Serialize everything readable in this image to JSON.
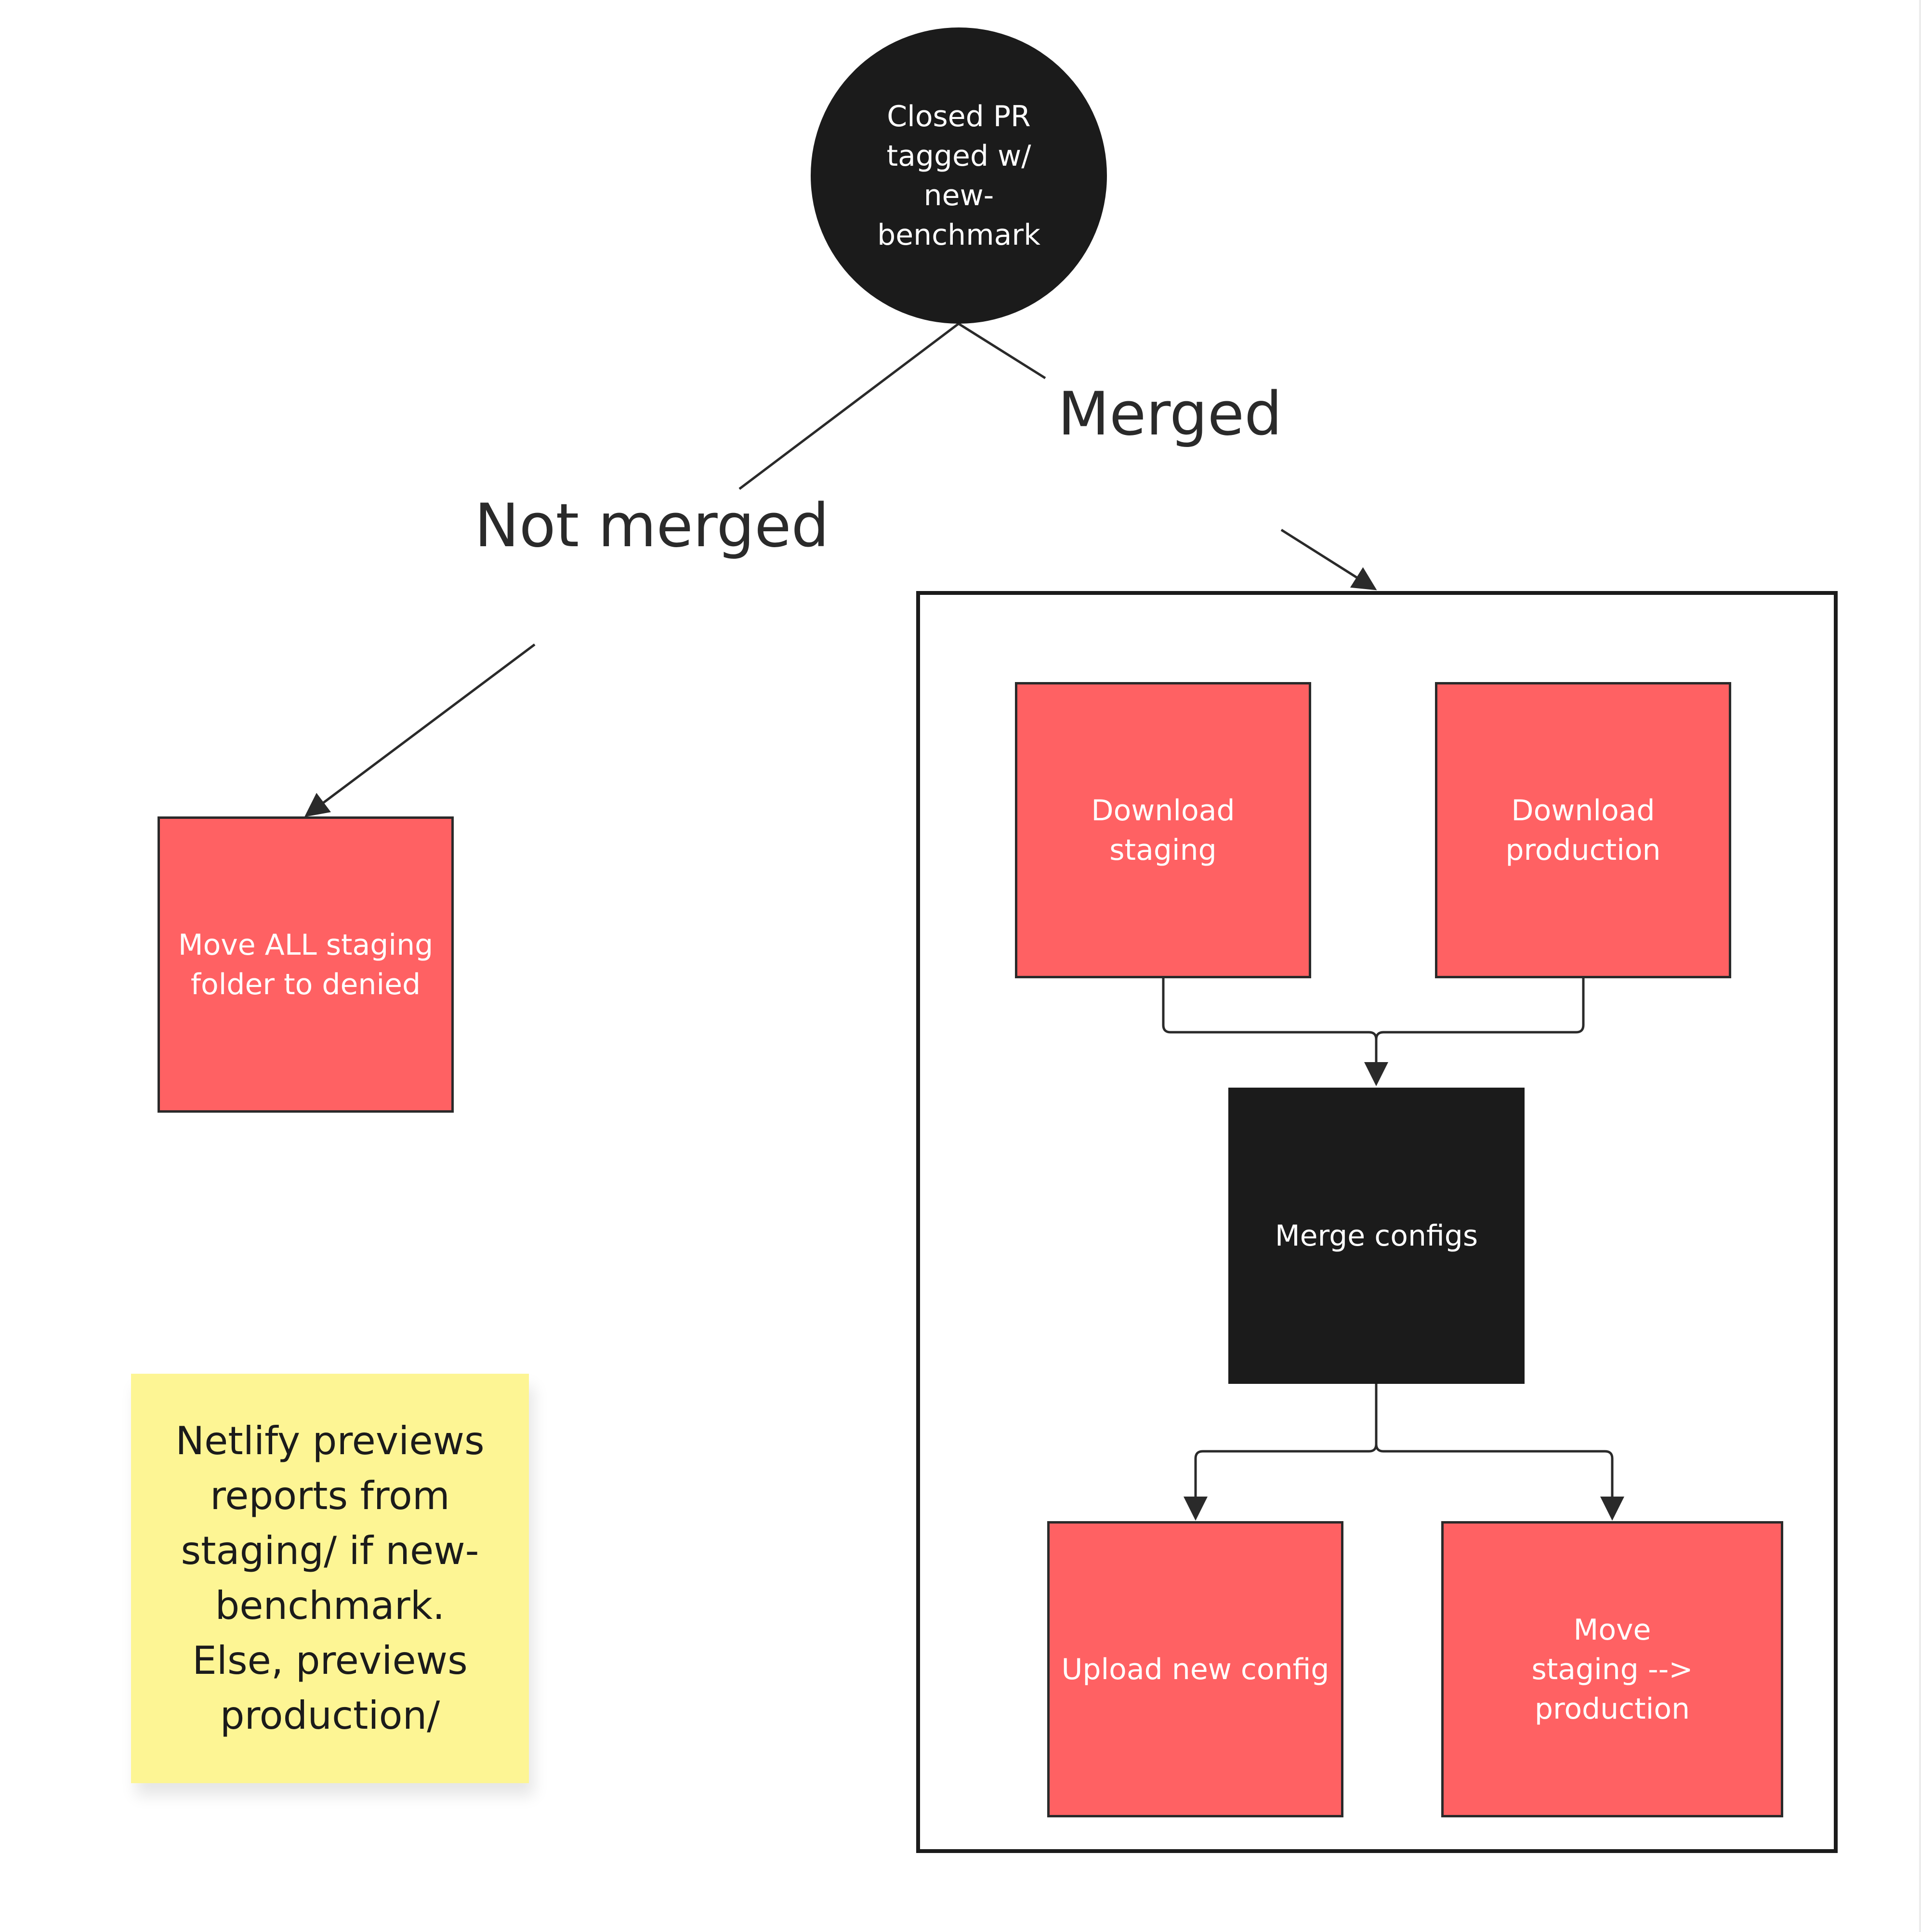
{
  "diagram": {
    "colors": {
      "action_fill": "#ff6163",
      "dark_fill": "#1b1b1b",
      "sticky_fill": "#fdf594",
      "line": "#2a2a2a",
      "background": "#ffffff"
    },
    "start_node": {
      "label": "Closed PR\ntagged w/\nnew-\nbenchmark",
      "shape": "circle"
    },
    "branches": {
      "not_merged_label": "Not merged",
      "merged_label": "Merged"
    },
    "not_merged_action": {
      "label": "Move ALL staging\nfolder to denied"
    },
    "merged_steps": {
      "download_staging": "Download\nstaging",
      "download_production": "Download\nproduction",
      "merge_configs": "Merge configs",
      "upload_new_config": "Upload new config",
      "move_staging_to_production": "Move\nstaging --> production"
    },
    "sticky_note": {
      "text": "Netlify previews\nreports from\nstaging/ if new-\nbenchmark.\nElse, previews\nproduction/"
    },
    "edges": [
      {
        "from": "start",
        "to": "not_merged_label"
      },
      {
        "from": "not_merged_label",
        "to": "move_all_staging"
      },
      {
        "from": "start",
        "to": "merged_label"
      },
      {
        "from": "merged_label",
        "to": "merged_container"
      },
      {
        "from": "download_staging",
        "to": "merge_configs"
      },
      {
        "from": "download_production",
        "to": "merge_configs"
      },
      {
        "from": "merge_configs",
        "to": "upload_new_config"
      },
      {
        "from": "merge_configs",
        "to": "move_staging_to_production"
      }
    ]
  }
}
